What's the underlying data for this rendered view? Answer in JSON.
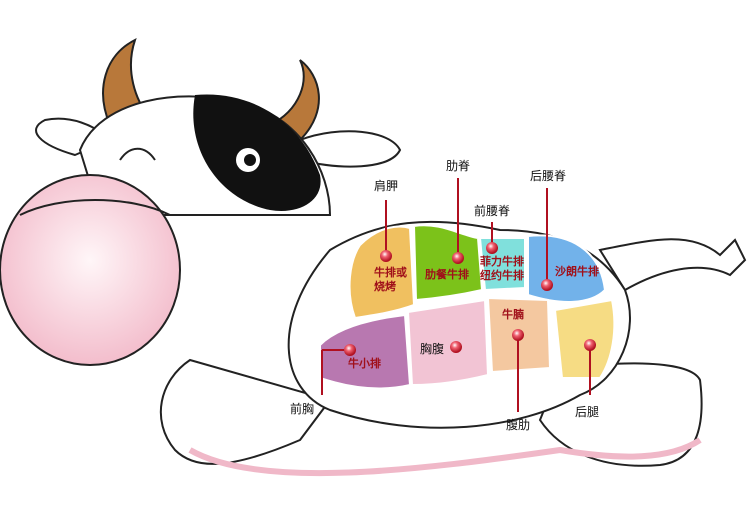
{
  "regions": [
    {
      "name": "肩胛",
      "cut": "牛排或烧烤",
      "color": "#f0c060"
    },
    {
      "name": "肋脊",
      "cut": "肋餐牛排",
      "color": "#7cc21a"
    },
    {
      "name": "前腰脊",
      "cut_line1": "菲力牛排",
      "cut_line2": "纽约牛排",
      "color": "#80e0dc"
    },
    {
      "name": "后腰脊",
      "cut": "沙朗牛排",
      "color": "#72b2ea"
    },
    {
      "name": "前胸",
      "cut": "牛小排",
      "color": "#b878b0"
    },
    {
      "name": "胸腹",
      "color": "#f2c4d4"
    },
    {
      "name": "腹肋",
      "cut": "牛腩",
      "color": "#f4c8a0"
    },
    {
      "name": "后腿",
      "color": "#f6dc84"
    }
  ],
  "shoulder_cut_line1": "牛排或",
  "shoulder_cut_line2": "烧烤",
  "label_color": "#a0101a"
}
